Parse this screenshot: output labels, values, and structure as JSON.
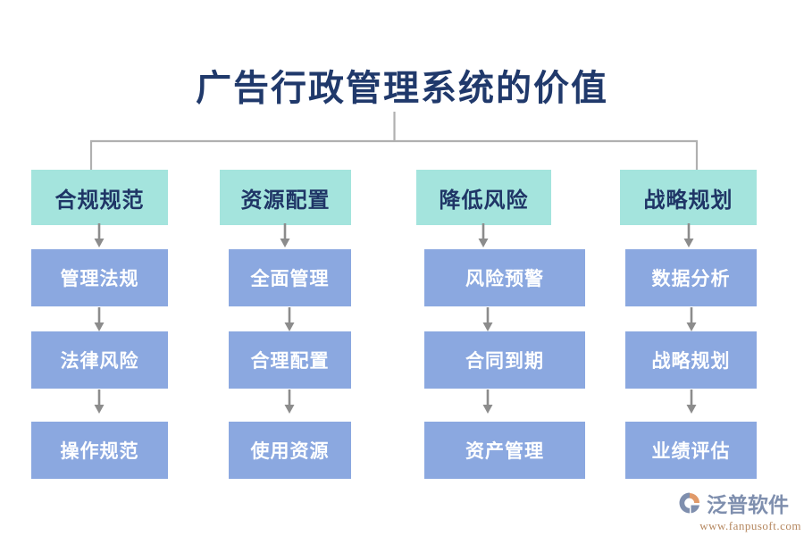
{
  "diagram": {
    "title": "广告行政管理系统的价值",
    "title_color": "#20396b",
    "header_color": "#a4e4dd",
    "header_text_color": "#1f3566",
    "node_color": "#8ba8e0",
    "node_text_color": "#ffffff",
    "connector_color": "#b0b0b0",
    "arrow_color": "#8c8c8c",
    "columns": [
      {
        "header": "合规规范",
        "nodes": [
          "管理法规",
          "法律风险",
          "操作规范"
        ]
      },
      {
        "header": "资源配置",
        "nodes": [
          "全面管理",
          "合理配置",
          "使用资源"
        ]
      },
      {
        "header": "降低风险",
        "nodes": [
          "风险预警",
          "合同到期",
          "资产管理"
        ]
      },
      {
        "header": "战略规划",
        "nodes": [
          "数据分析",
          "战略规划",
          "业绩评估"
        ]
      }
    ]
  },
  "logo": {
    "name": "泛普软件",
    "url": "www.fanpusoft.com",
    "name_color": "#7f8fae",
    "url_color": "#b5875f",
    "mark_color": "#7f8fae",
    "mark_accent_color": "#e09a6a"
  }
}
